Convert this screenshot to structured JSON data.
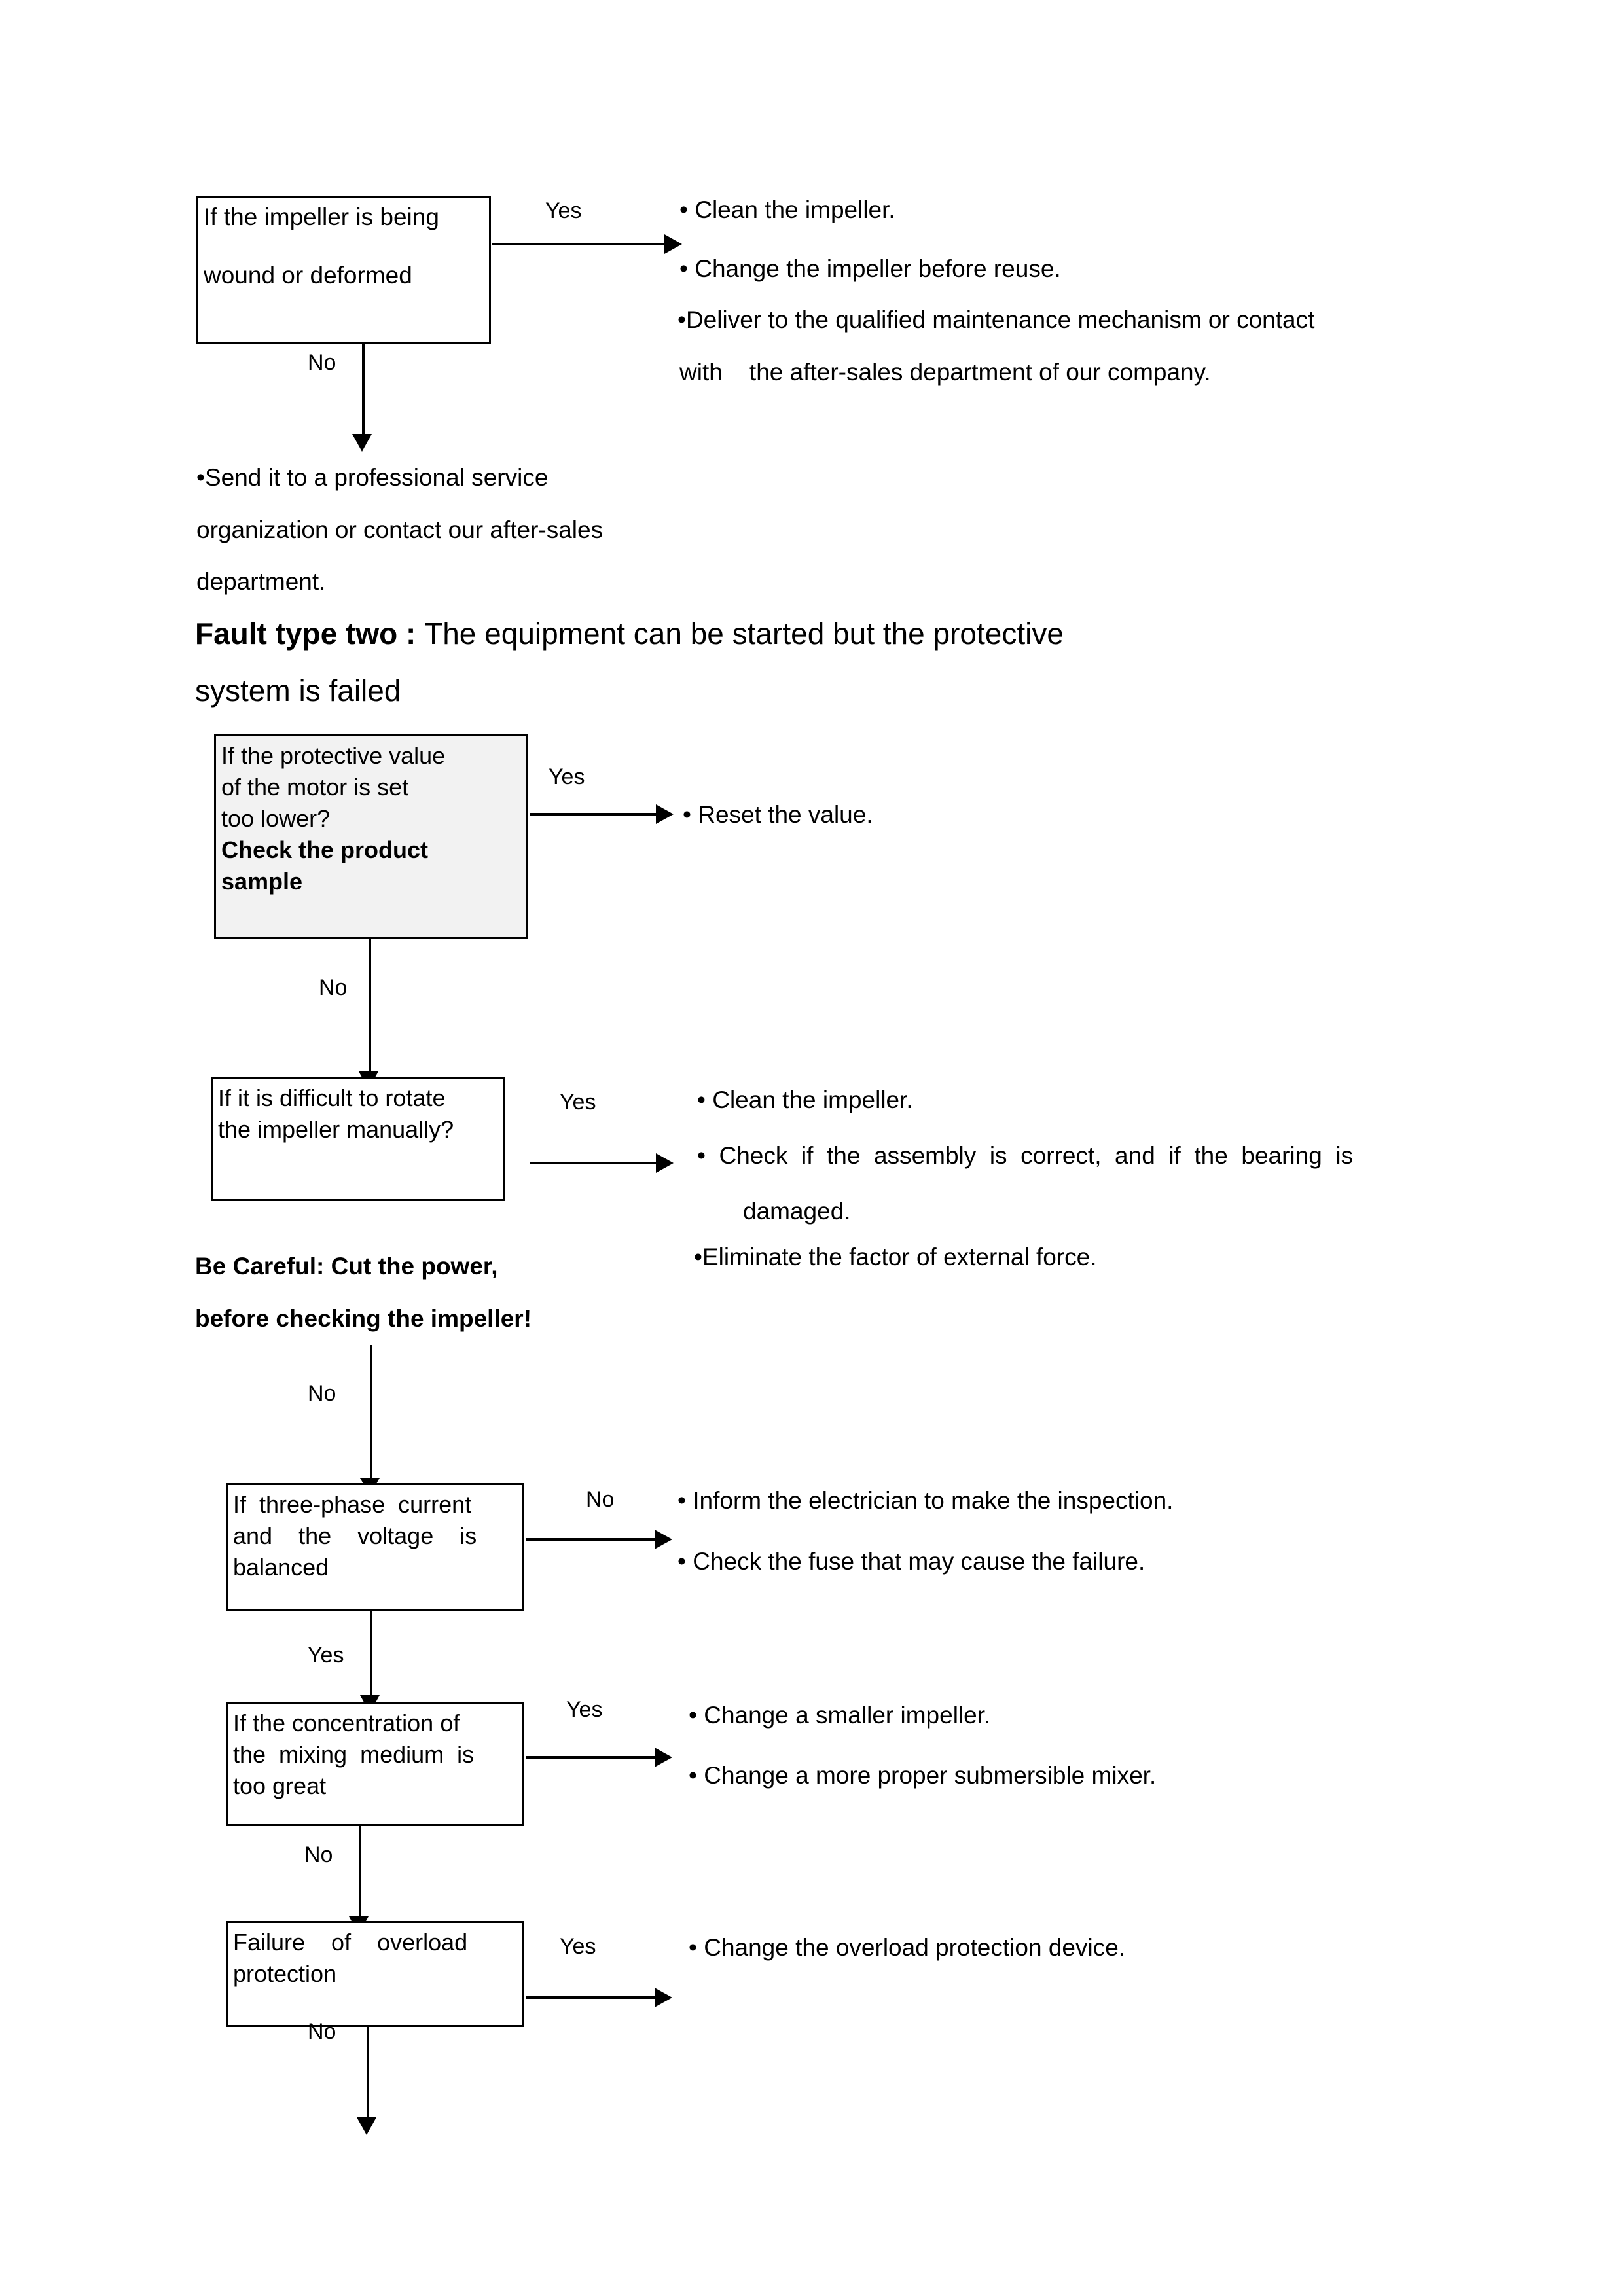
{
  "document": {
    "page_background": "#ffffff",
    "shaded_box_fill": "#f2f2f2",
    "ink_color": "#000000"
  },
  "section_one": {
    "decision_box": {
      "line1": "If the impeller is being",
      "line2": "wound or deformed"
    },
    "yes_label": "Yes",
    "no_label": "No",
    "yes_outcomes": [
      "• Clean the impeller.",
      "• Change the impeller before reuse.",
      "•Deliver to the qualified maintenance mechanism or contact",
      "with    the after-sales department of our company."
    ],
    "no_outcome": [
      "•Send it to a professional service",
      "organization or contact our after-sales",
      "department."
    ]
  },
  "fault_two": {
    "heading_bold": "Fault type two : ",
    "heading_rest_line1": "The equipment can be started but the protective",
    "heading_line2": "system is failed"
  },
  "step_protective_value": {
    "box": {
      "line1": "If the protective value",
      "line2": "of the motor is set",
      "line3": "too lower?",
      "line4_bold": "Check the product",
      "line5_bold": "sample"
    },
    "yes_label": "Yes",
    "no_label": "No",
    "yes_outcomes": [
      "• Reset the value."
    ]
  },
  "step_rotate_impeller": {
    "box": {
      "line1": "If it is difficult to rotate",
      "line2": "the impeller manually?"
    },
    "yes_label": "Yes",
    "no_label": "No",
    "yes_outcomes": [
      "• Clean the impeller.",
      "•  Check  if  the  assembly  is  correct,  and  if  the  bearing  is",
      "damaged.",
      "•Eliminate the factor of external force."
    ],
    "warning": {
      "line1": "Be Careful: Cut the power,",
      "line2": "before checking the impeller!"
    }
  },
  "step_three_phase": {
    "box": {
      "line1": "If  three-phase  current",
      "line2": "and    the    voltage    is",
      "line3": "balanced"
    },
    "no_label": "No",
    "yes_label": "Yes",
    "no_outcomes": [
      "• Inform the electrician to make the inspection.",
      "• Check the fuse that may cause the failure."
    ]
  },
  "step_concentration": {
    "box": {
      "line1": "If the concentration of",
      "line2": "the  mixing  medium  is",
      "line3": "too great"
    },
    "yes_label": "Yes",
    "no_label": "No",
    "yes_outcomes": [
      "• Change a smaller impeller.",
      "• Change a more proper submersible mixer."
    ]
  },
  "step_overload": {
    "box": {
      "line1": "Failure    of    overload",
      "line2": "protection"
    },
    "yes_label": "Yes",
    "no_label": "No",
    "yes_outcomes": [
      "• Change the overload protection device."
    ]
  }
}
